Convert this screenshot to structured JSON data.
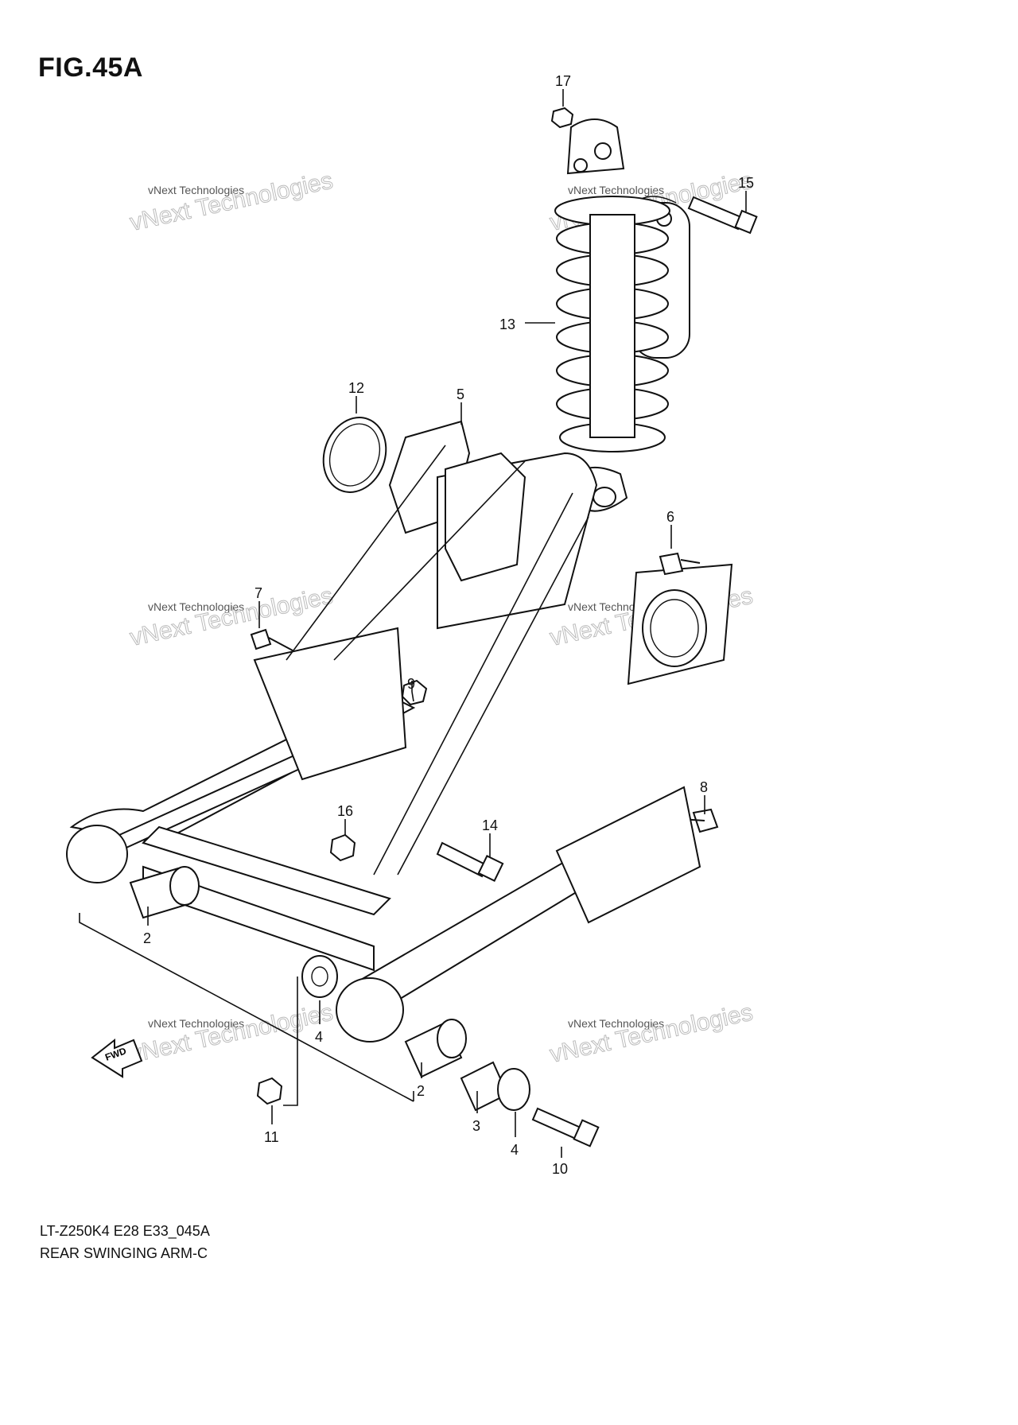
{
  "figure": {
    "title": "FIG.45A"
  },
  "callouts": [
    {
      "id": "17",
      "label": "17"
    },
    {
      "id": "15",
      "label": "15"
    },
    {
      "id": "13",
      "label": "13"
    },
    {
      "id": "12",
      "label": "12"
    },
    {
      "id": "5",
      "label": "5"
    },
    {
      "id": "6",
      "label": "6"
    },
    {
      "id": "7",
      "label": "7"
    },
    {
      "id": "9",
      "label": "9"
    },
    {
      "id": "8",
      "label": "8"
    },
    {
      "id": "16",
      "label": "16"
    },
    {
      "id": "14",
      "label": "14"
    },
    {
      "id": "2a",
      "label": "2"
    },
    {
      "id": "4a",
      "label": "4"
    },
    {
      "id": "2b",
      "label": "2"
    },
    {
      "id": "3",
      "label": "3"
    },
    {
      "id": "4b",
      "label": "4"
    },
    {
      "id": "10",
      "label": "10"
    },
    {
      "id": "11",
      "label": "11"
    }
  ],
  "watermarks": [
    "vNext Technologies",
    "vNext Technologies",
    "vNext Technologies",
    "vNext Technologies",
    "vNext Technologies",
    "vNext Technologies"
  ],
  "fwd_label": "FWD",
  "caption": {
    "code": "LT-Z250K4 E28 E33_045A",
    "name": "REAR SWINGING ARM-C"
  }
}
